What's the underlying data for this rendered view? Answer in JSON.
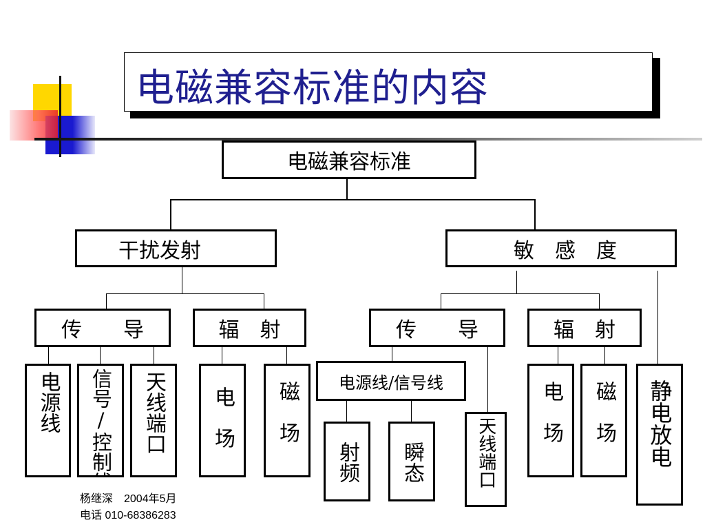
{
  "slide": {
    "title": "电磁兼容标准的内容"
  },
  "diagram": {
    "root": "电磁兼容标准",
    "emission": "干扰发射",
    "susceptibility": "敏　感　度",
    "emission_conduction": "传　　导",
    "emission_radiation": "辐　射",
    "sus_conduction": "传　　导",
    "sus_radiation": "辐　射",
    "power_line": "电源线",
    "signal_control_line": "信号/控制线",
    "antenna_port_1": "天线端口",
    "e_field_1": "电　场",
    "h_field_1": "磁　场",
    "power_signal_line": "电源线/信号线",
    "rf": "射频",
    "transient": "瞬态",
    "antenna_port_2": "天线端口",
    "e_field_2": "电　场",
    "h_field_2": "磁　场",
    "esd": "静电放电"
  },
  "footer": {
    "author_date": "杨继深　2004年5月",
    "phone": "电话 010-68386283"
  },
  "colors": {
    "title": "#1f1f8f",
    "deco_yellow": "#ffd700",
    "deco_blue": "#1a1ad0",
    "deco_red": "#e8202a"
  }
}
